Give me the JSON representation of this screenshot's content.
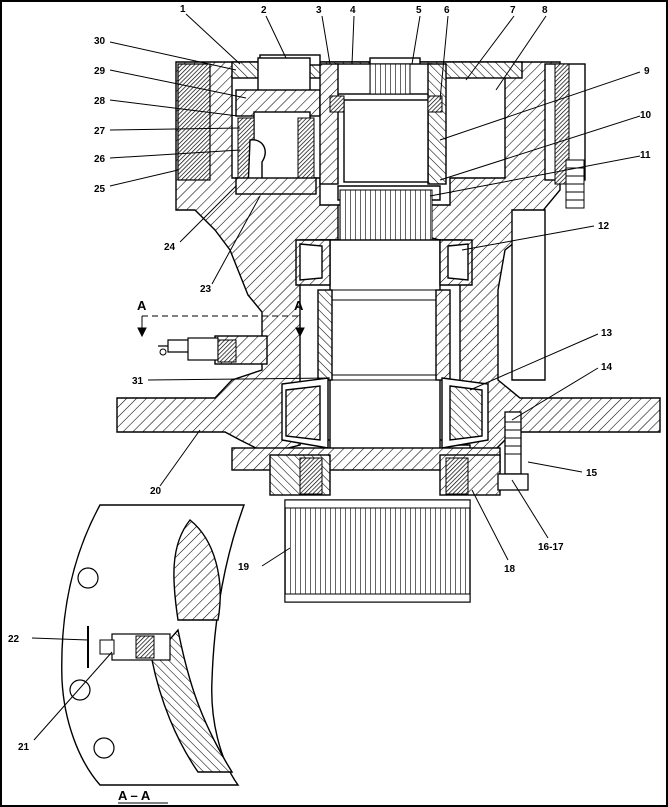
{
  "callouts": {
    "c1": "1",
    "c2": "2",
    "c3": "3",
    "c4": "4",
    "c5": "5",
    "c6": "6",
    "c7": "7",
    "c8": "8",
    "c9": "9",
    "c10": "10",
    "c11": "11",
    "c12": "12",
    "c13": "13",
    "c14": "14",
    "c15": "15",
    "c16_17": "16-17",
    "c18": "18",
    "c19": "19",
    "c20": "20",
    "c21": "21",
    "c22": "22",
    "c23": "23",
    "c24": "24",
    "c25": "25",
    "c26": "26",
    "c27": "27",
    "c28": "28",
    "c29": "29",
    "c30": "30",
    "c31": "31"
  },
  "section": {
    "marker_left": "A",
    "marker_right": "A",
    "view_title": "A – A"
  }
}
